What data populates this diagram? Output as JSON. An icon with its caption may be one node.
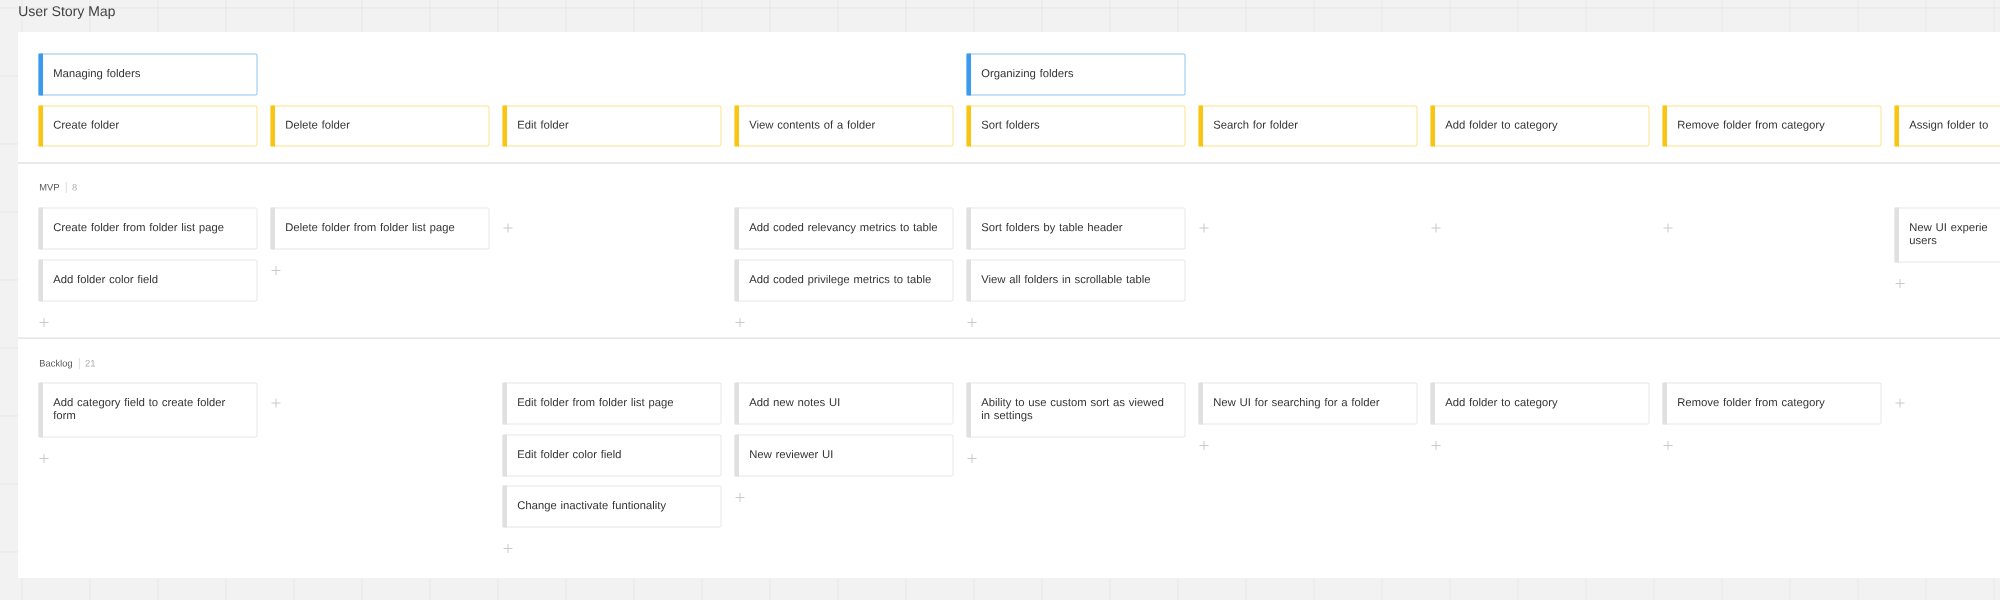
{
  "diagram": {
    "title": "User Story Map",
    "nodes": [
      {
        "text": [
          "Managing folders"
        ]
      },
      {
        "text": [
          "Organizing folders"
        ]
      },
      {
        "text": [
          "Create folder"
        ]
      },
      {
        "text": [
          "Delete folder"
        ]
      },
      {
        "text": [
          "Edit folder"
        ]
      },
      {
        "text": [
          "View contents of a folder"
        ]
      },
      {
        "text": [
          "Sort folders"
        ]
      },
      {
        "text": [
          "Search for folder"
        ]
      },
      {
        "text": [
          "Add folder to category"
        ]
      },
      {
        "text": [
          "Remove folder from category"
        ]
      },
      {
        "text": [
          "Assign folder to"
        ]
      },
      {
        "text": [
          "Create folder from folder list page"
        ]
      },
      {
        "text": [
          "Delete folder from folder list page"
        ]
      },
      {
        "text": [
          "Add coded relevancy metrics to table"
        ]
      },
      {
        "text": [
          "Sort folders by table header"
        ]
      },
      {
        "text": [
          "New UI experie users"
        ]
      },
      {
        "text": [
          "Add folder color field"
        ]
      },
      {
        "text": [
          "Add coded privilege metrics to table"
        ]
      },
      {
        "text": [
          "View all folders in scrollable table"
        ]
      },
      {
        "text": [
          "Add category field to create folder form"
        ]
      },
      {
        "text": [
          "Edit folder from folder list page"
        ]
      },
      {
        "text": [
          "Add new notes UI"
        ]
      },
      {
        "text": [
          "Ability to use custom sort as viewed in settings"
        ]
      },
      {
        "text": [
          "New UI for searching for a folder"
        ]
      },
      {
        "text": [
          "Add folder to category"
        ]
      },
      {
        "text": [
          "Remove folder from category"
        ]
      },
      {
        "text": [
          "Edit folder color field"
        ]
      },
      {
        "text": [
          "New reviewer UI"
        ]
      },
      {
        "text": [
          "Change inactivate funtionality"
        ]
      }
    ],
    "labels": [
      "MVP",
      "8",
      "Backlog",
      "21"
    ]
  }
}
